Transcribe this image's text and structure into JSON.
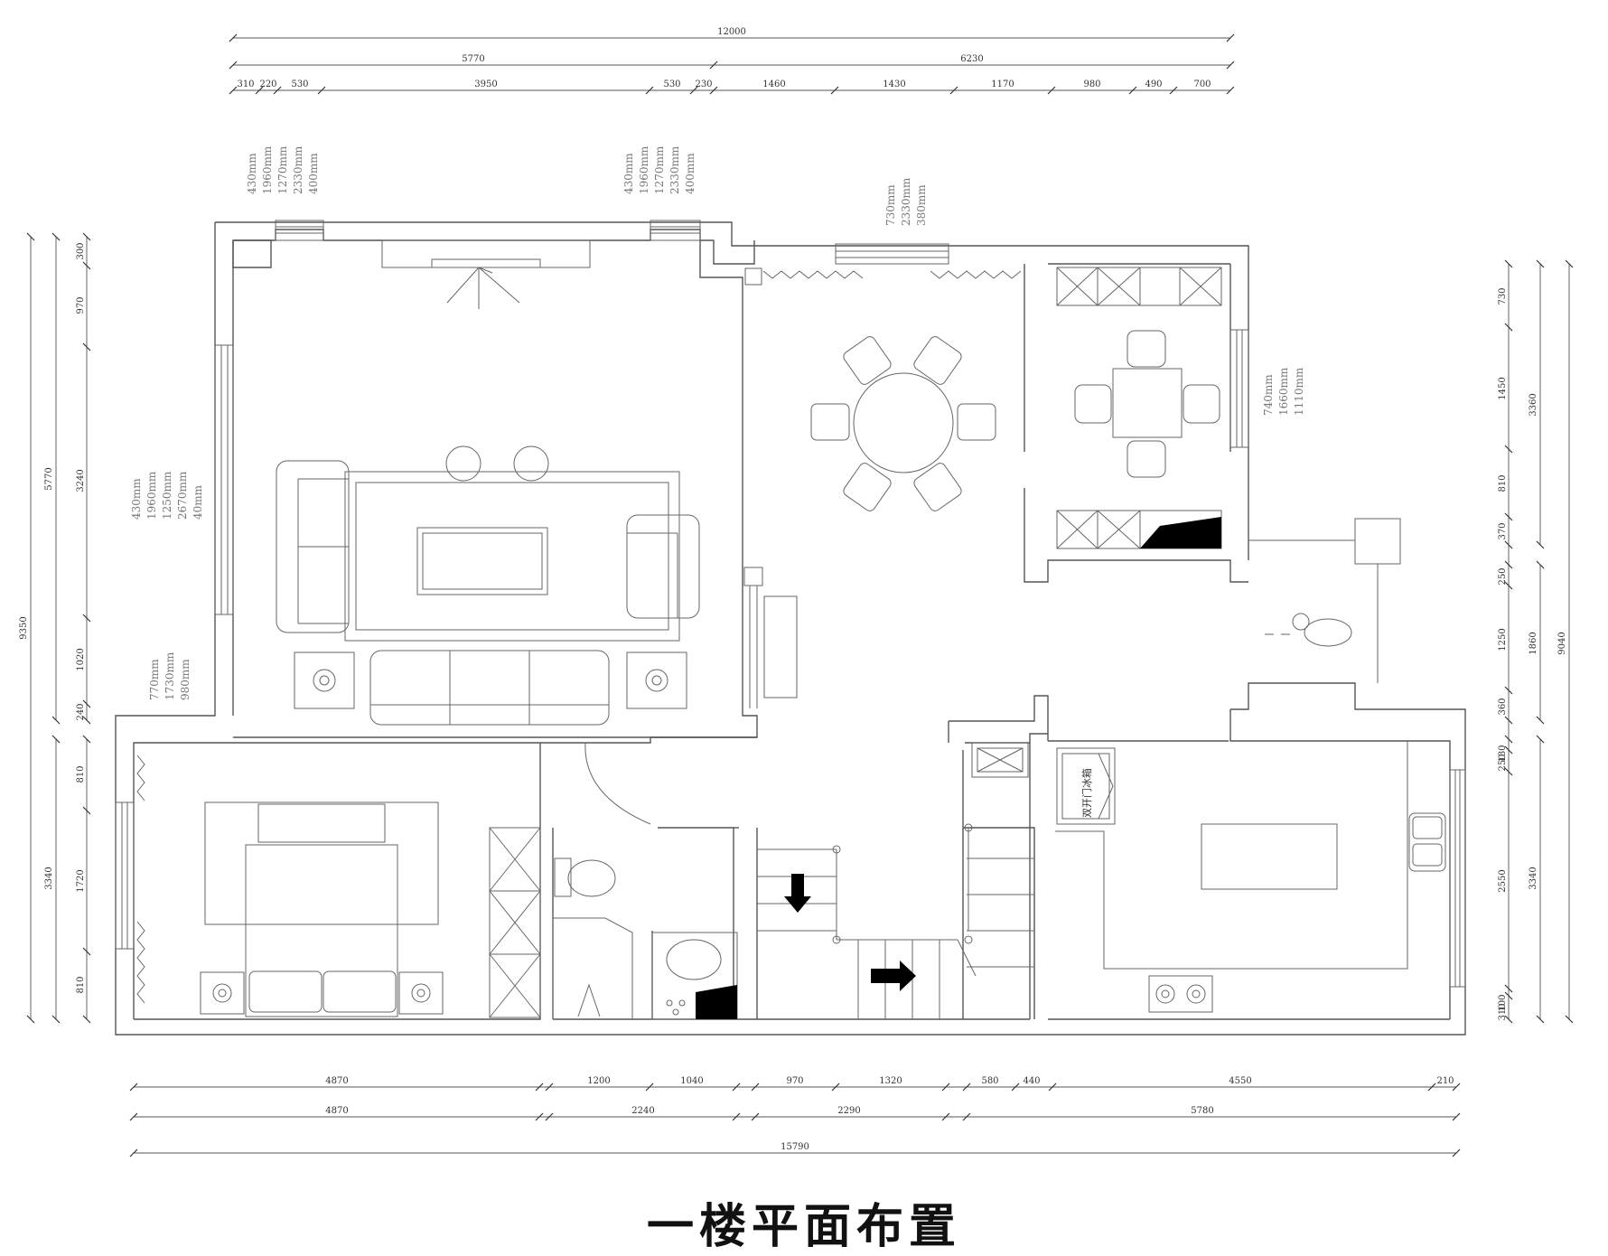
{
  "title": "一楼平面布置",
  "dims": {
    "top_total": "12000",
    "top_left": "5770",
    "top_right": "6230",
    "top_segments": [
      "310",
      "220",
      "530",
      "3950",
      "530",
      "230",
      "1460",
      "1430",
      "1170",
      "980",
      "490",
      "700"
    ],
    "bottom_row1": [
      "4870",
      "1200",
      "1040",
      "970",
      "1320",
      "580",
      "440",
      "4550",
      "210"
    ],
    "bottom_row2": [
      "4870",
      "2240",
      "2290",
      "5780"
    ],
    "bottom_total": "15790",
    "left_total": "9350",
    "left_upper_total": "5770",
    "left_upper_segments": [
      "300",
      "970",
      "3240",
      "1020",
      "240"
    ],
    "left_lower_total": "3340",
    "left_lower_segments": [
      "810",
      "1720",
      "810"
    ],
    "right_total": "9040",
    "right_upper_total": "3360",
    "right_upper_segments": [
      "730",
      "1450",
      "810",
      "370"
    ],
    "right_mid_total": "1860",
    "right_mid_segments": [
      "250",
      "1250",
      "360"
    ],
    "right_lower_total": "3340",
    "right_lower_segments": [
      "130",
      "250",
      "2550",
      "100",
      "310"
    ]
  },
  "specs": {
    "window_tl": [
      "430mm",
      "1960mm",
      "1270mm",
      "2330mm",
      "400mm"
    ],
    "window_tc": [
      "430mm",
      "1960mm",
      "1270mm",
      "2330mm",
      "400mm"
    ],
    "window_top_right": [
      "730mm",
      "2330mm",
      "380mm"
    ],
    "window_living_side": [
      "430mm",
      "1960mm",
      "1250mm",
      "2670mm",
      "40mm"
    ],
    "window_living_low": [
      "770mm",
      "1730mm",
      "980mm"
    ],
    "window_dining_side": [
      "740mm",
      "1660mm",
      "1110mm"
    ]
  },
  "labels": {
    "fridge": "双开门冰箱"
  },
  "colors": {
    "line": "#555555",
    "text": "#333333",
    "fill": "#000000"
  }
}
